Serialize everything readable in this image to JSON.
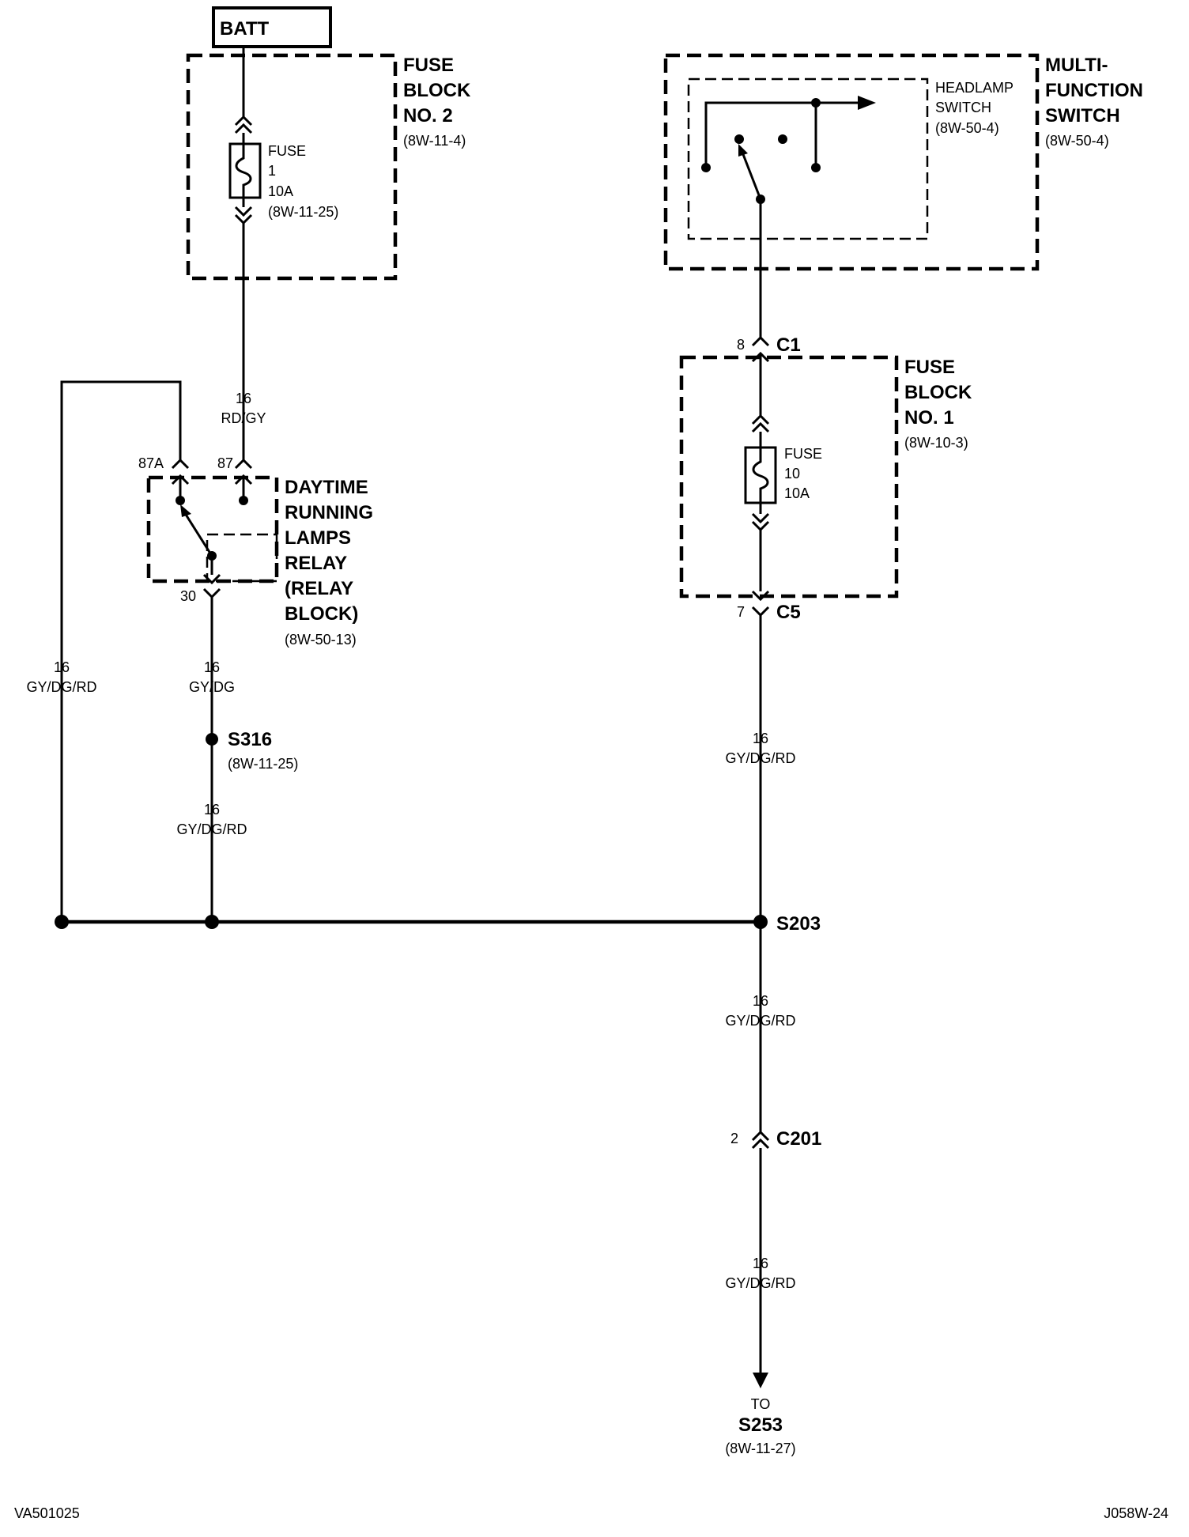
{
  "batt_label": "BATT",
  "fuse_block_2": {
    "title": [
      "FUSE",
      "BLOCK",
      "NO. 2"
    ],
    "ref": "(8W-11-4)",
    "fuse": {
      "label": "FUSE",
      "number": "1",
      "rating": "10A",
      "ref": "(8W-11-25)"
    }
  },
  "wire_batt_relay": {
    "gauge": "16",
    "color": "RD/GY"
  },
  "relay": {
    "title": [
      "DAYTIME",
      "RUNNING",
      "LAMPS",
      "RELAY",
      "(RELAY",
      "BLOCK)"
    ],
    "ref": "(8W-50-13)",
    "pin_87a": "87A",
    "pin_87": "87",
    "pin_30": "30"
  },
  "wire_left": {
    "gauge": "16",
    "color": "GY/DG/RD"
  },
  "wire_relay_out": {
    "gauge": "16",
    "color": "GY/DG"
  },
  "splice_s316": {
    "label": "S316",
    "ref": "(8W-11-25)"
  },
  "wire_s316_down": {
    "gauge": "16",
    "color": "GY/DG/RD"
  },
  "multi_function_switch": {
    "title": [
      "MULTI-",
      "FUNCTION",
      "SWITCH"
    ],
    "ref": "(8W-50-4)",
    "headlamp_switch": {
      "label": [
        "HEADLAMP",
        "SWITCH"
      ],
      "ref": "(8W-50-4)"
    }
  },
  "connector_c1": {
    "label": "C1",
    "pin": "8"
  },
  "fuse_block_1": {
    "title": [
      "FUSE",
      "BLOCK",
      "NO. 1"
    ],
    "ref": "(8W-10-3)",
    "fuse": {
      "label": "FUSE",
      "number": "10",
      "rating": "10A"
    }
  },
  "connector_c5": {
    "label": "C5",
    "pin": "7"
  },
  "wire_c5_s203": {
    "gauge": "16",
    "color": "GY/DG/RD"
  },
  "splice_s203": {
    "label": "S203"
  },
  "wire_s203_c201": {
    "gauge": "16",
    "color": "GY/DG/RD"
  },
  "connector_c201": {
    "label": "C201",
    "pin": "2"
  },
  "wire_c201_out": {
    "gauge": "16",
    "color": "GY/DG/RD"
  },
  "destination": {
    "to": "TO",
    "label": "S253",
    "ref": "(8W-11-27)"
  },
  "footer": {
    "left": "VA501025",
    "right": "J058W-24"
  }
}
